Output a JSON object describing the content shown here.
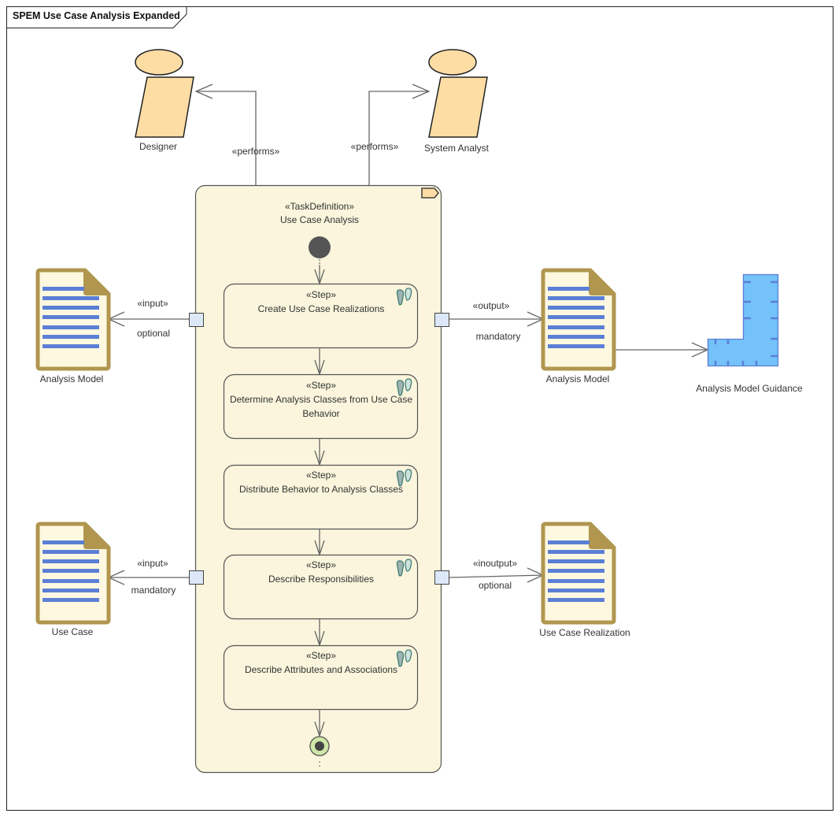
{
  "frame": {
    "title": "SPEM Use Case Analysis Expanded"
  },
  "colors": {
    "role_fill": "#FDDDA4",
    "task_fill": "#FAF5DC",
    "doc_border": "#B0964F",
    "doc_fill": "#FFF8E0",
    "doc_lines": "#5B7FD6",
    "guidance_fill": "#74C2F8",
    "guidance_border": "#5B7FD6",
    "port_fill": "#DCE8F8",
    "final_fill": "#CFE8A8",
    "connector": "#666666"
  },
  "roles": [
    {
      "name": "Designer",
      "relation": "«performs»"
    },
    {
      "name": "System Analyst",
      "relation": "«performs»"
    }
  ],
  "task": {
    "stereotype": "«TaskDefinition»",
    "name": "Use Case Analysis",
    "final_label": ":",
    "steps": [
      {
        "stereotype": "«Step»",
        "name": "Create Use Case Realizations"
      },
      {
        "stereotype": "«Step»",
        "name": "Determine Analysis Classes from Use Case Behavior"
      },
      {
        "stereotype": "«Step»",
        "name": "Distribute Behavior to Analysis Classes"
      },
      {
        "stereotype": "«Step»",
        "name": "Describe Responsibilities"
      },
      {
        "stereotype": "«Step»",
        "name": "Describe Attributes and Associations"
      }
    ]
  },
  "work_products": [
    {
      "name": "Analysis Model",
      "kind": "«input»",
      "multiplicity": "optional",
      "side": "left"
    },
    {
      "name": "Use Case",
      "kind": "«input»",
      "multiplicity": "mandatory",
      "side": "left"
    },
    {
      "name": "Analysis Model",
      "kind": "«output»",
      "multiplicity": "mandatory",
      "side": "right"
    },
    {
      "name": "Use Case Realization",
      "kind": "«inoutput»",
      "multiplicity": "optional",
      "side": "right"
    }
  ],
  "guidance": {
    "name": "Analysis Model Guidance",
    "icon": "guidance-ruler-icon"
  }
}
